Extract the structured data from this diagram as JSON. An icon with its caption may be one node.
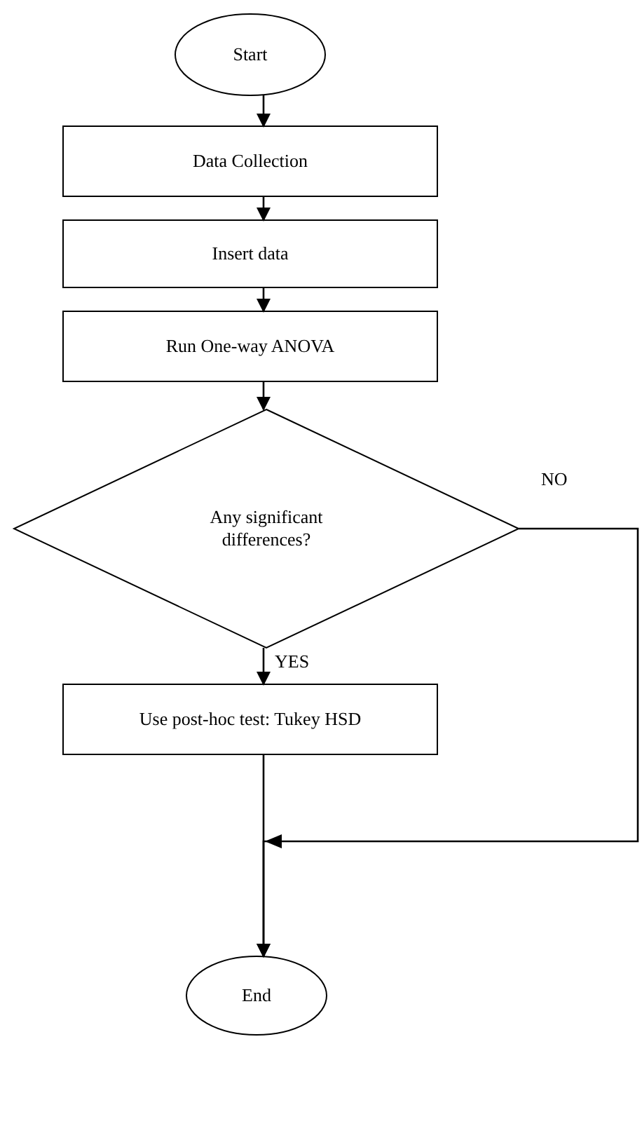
{
  "diagram": {
    "nodes": [
      {
        "text": [
          "Start"
        ]
      },
      {
        "text": [
          "Data Collection"
        ]
      },
      {
        "text": [
          "Insert data"
        ]
      },
      {
        "text": [
          "Run One-way ANOVA"
        ]
      },
      {
        "text": [
          "Any significant differences?"
        ]
      },
      {
        "text": [
          "Use post-hoc test: Tukey HSD"
        ]
      },
      {
        "text": [
          "End"
        ]
      }
    ],
    "edges": [
      {
        "from": 0,
        "to": 1,
        "arrow": "to"
      },
      {
        "from": 1,
        "to": 2,
        "arrow": "to"
      },
      {
        "from": 2,
        "to": 3,
        "arrow": "to"
      },
      {
        "from": 3,
        "to": 4,
        "arrow": "to"
      },
      {
        "from": 4,
        "to": 5,
        "arrow": "to",
        "label": "YES"
      },
      {
        "from": 4,
        "to": 6,
        "arrow": "to",
        "label": "NO"
      },
      {
        "from": 5,
        "to": 6,
        "arrow": "to"
      }
    ]
  }
}
